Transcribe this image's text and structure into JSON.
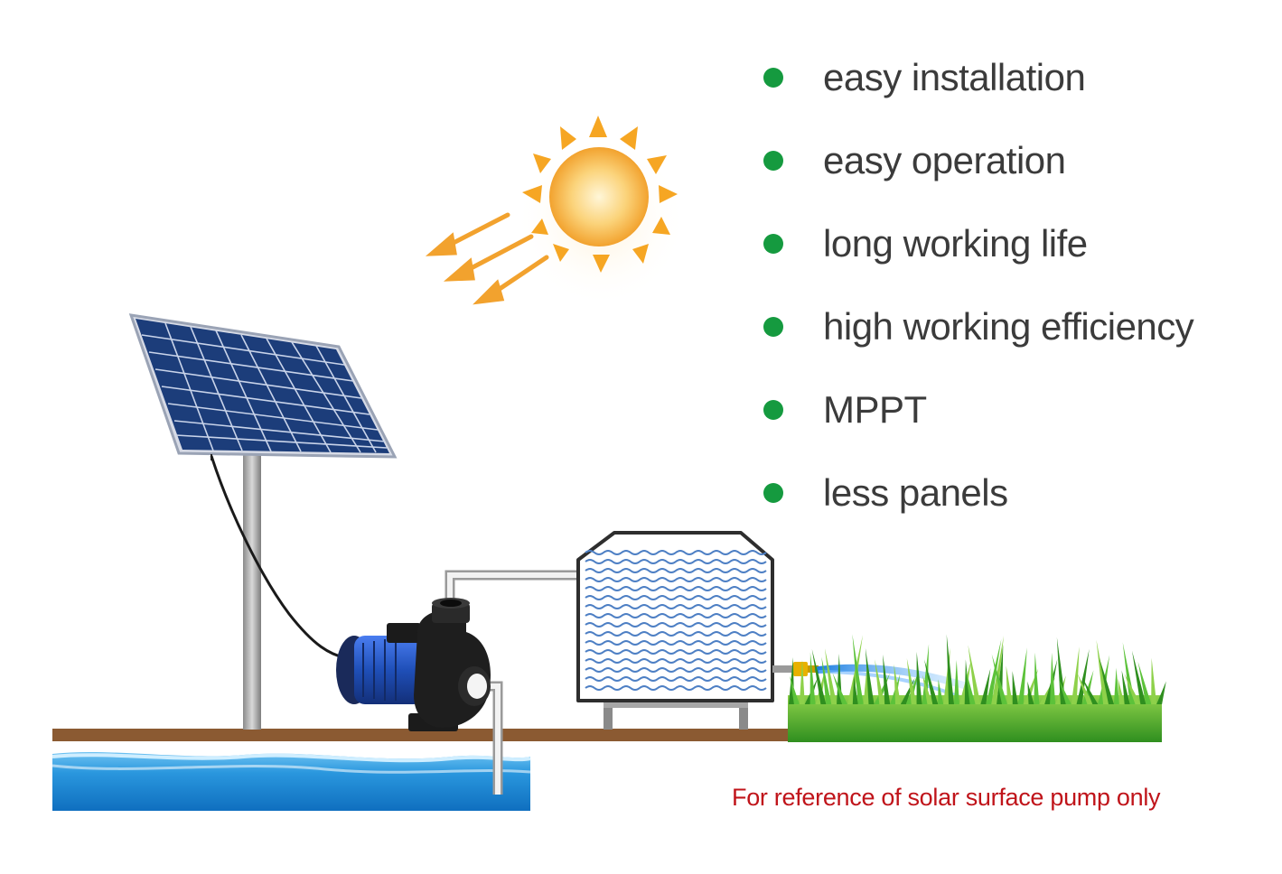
{
  "features": [
    {
      "label": "easy installation"
    },
    {
      "label": "easy operation"
    },
    {
      "label": "long working life"
    },
    {
      "label": "high working efficiency"
    },
    {
      "label": "MPPT"
    },
    {
      "label": "less panels"
    }
  ],
  "note": "For reference of solar surface pump only",
  "colors": {
    "bullet": "#159a3f",
    "note_text": "#c0141a",
    "feature_text": "#3b3b3b",
    "ground": "#8b5a32",
    "water": "#1e88d6",
    "sun": "#f6a623",
    "panel": "#1c3d7a",
    "pump_motor": "#1f4fb8",
    "grass": "#3fa82a"
  },
  "icons": [
    "sun-icon",
    "solar-panel-icon",
    "water-pump-icon",
    "water-tank-icon",
    "grass-field-icon",
    "water-source-icon"
  ]
}
